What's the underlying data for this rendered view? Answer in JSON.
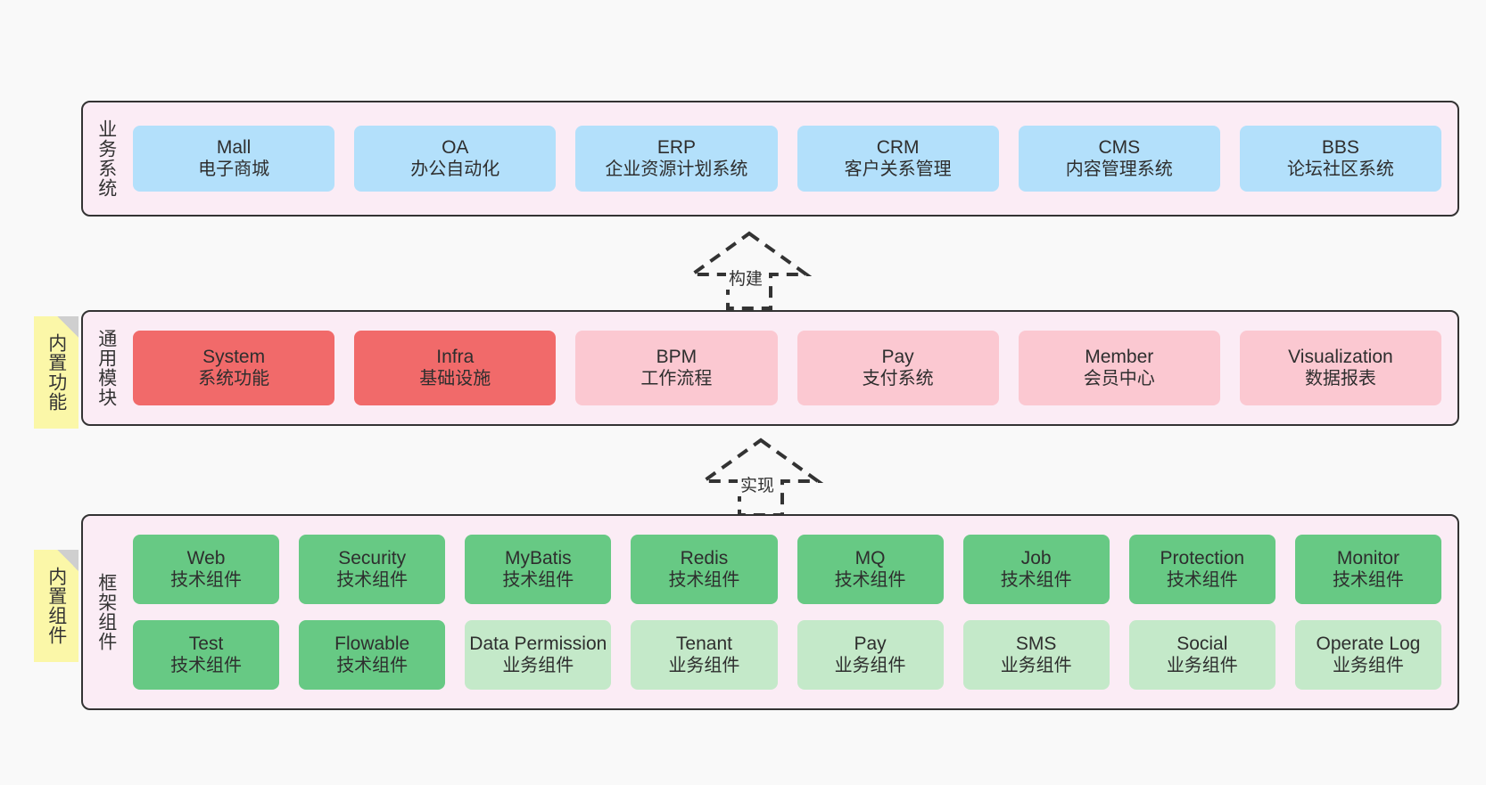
{
  "diagram": {
    "type": "layered-architecture",
    "background_color": "#f9f9f9",
    "layer_fill": "#fbecf5",
    "sticky_color": "#fbf7a8",
    "accents": {
      "blue": "#b3e0fb",
      "red": "#f16a6a",
      "pink": "#fbc8d1",
      "green": "#67c984",
      "light_green": "#c4e9c9"
    }
  },
  "layers": [
    {
      "id": "business",
      "title": "业务系统",
      "rows": [
        [
          {
            "title": "Mall",
            "sub": "电子商城",
            "color": "blue"
          },
          {
            "title": "OA",
            "sub": "办公自动化",
            "color": "blue"
          },
          {
            "title": "ERP",
            "sub": "企业资源计划系统",
            "color": "blue"
          },
          {
            "title": "CRM",
            "sub": "客户关系管理",
            "color": "blue"
          },
          {
            "title": "CMS",
            "sub": "内容管理系统",
            "color": "blue"
          },
          {
            "title": "BBS",
            "sub": "论坛社区系统",
            "color": "blue"
          }
        ]
      ]
    },
    {
      "id": "modules",
      "title": "通用模块",
      "sticky": "内置功能",
      "rows": [
        [
          {
            "title": "System",
            "sub": "系统功能",
            "color": "red"
          },
          {
            "title": "Infra",
            "sub": "基础设施",
            "color": "red"
          },
          {
            "title": "BPM",
            "sub": "工作流程",
            "color": "pink"
          },
          {
            "title": "Pay",
            "sub": "支付系统",
            "color": "pink"
          },
          {
            "title": "Member",
            "sub": "会员中心",
            "color": "pink"
          },
          {
            "title": "Visualization",
            "sub": "数据报表",
            "color": "pink"
          }
        ]
      ]
    },
    {
      "id": "framework",
      "title": "框架组件",
      "sticky": "内置组件",
      "rows": [
        [
          {
            "title": "Web",
            "sub": "技术组件",
            "color": "green"
          },
          {
            "title": "Security",
            "sub": "技术组件",
            "color": "green"
          },
          {
            "title": "MyBatis",
            "sub": "技术组件",
            "color": "green"
          },
          {
            "title": "Redis",
            "sub": "技术组件",
            "color": "green"
          },
          {
            "title": "MQ",
            "sub": "技术组件",
            "color": "green"
          },
          {
            "title": "Job",
            "sub": "技术组件",
            "color": "green"
          },
          {
            "title": "Protection",
            "sub": "技术组件",
            "color": "green"
          },
          {
            "title": "Monitor",
            "sub": "技术组件",
            "color": "green"
          }
        ],
        [
          {
            "title": "Test",
            "sub": "技术组件",
            "color": "green"
          },
          {
            "title": "Flowable",
            "sub": "技术组件",
            "color": "green"
          },
          {
            "title": "Data Permission",
            "sub": "业务组件",
            "color": "lightgreen"
          },
          {
            "title": "Tenant",
            "sub": "业务组件",
            "color": "lightgreen"
          },
          {
            "title": "Pay",
            "sub": "业务组件",
            "color": "lightgreen"
          },
          {
            "title": "SMS",
            "sub": "业务组件",
            "color": "lightgreen"
          },
          {
            "title": "Social",
            "sub": "业务组件",
            "color": "lightgreen"
          },
          {
            "title": "Operate Log",
            "sub": "业务组件",
            "color": "lightgreen"
          }
        ]
      ]
    }
  ],
  "connectors": [
    {
      "id": "build",
      "label": "构建",
      "style": "dashed-hollow-arrow-up",
      "from": "modules",
      "to": "business"
    },
    {
      "id": "impl",
      "label": "实现",
      "style": "dashed-hollow-arrow-up",
      "from": "framework",
      "to": "modules"
    }
  ]
}
